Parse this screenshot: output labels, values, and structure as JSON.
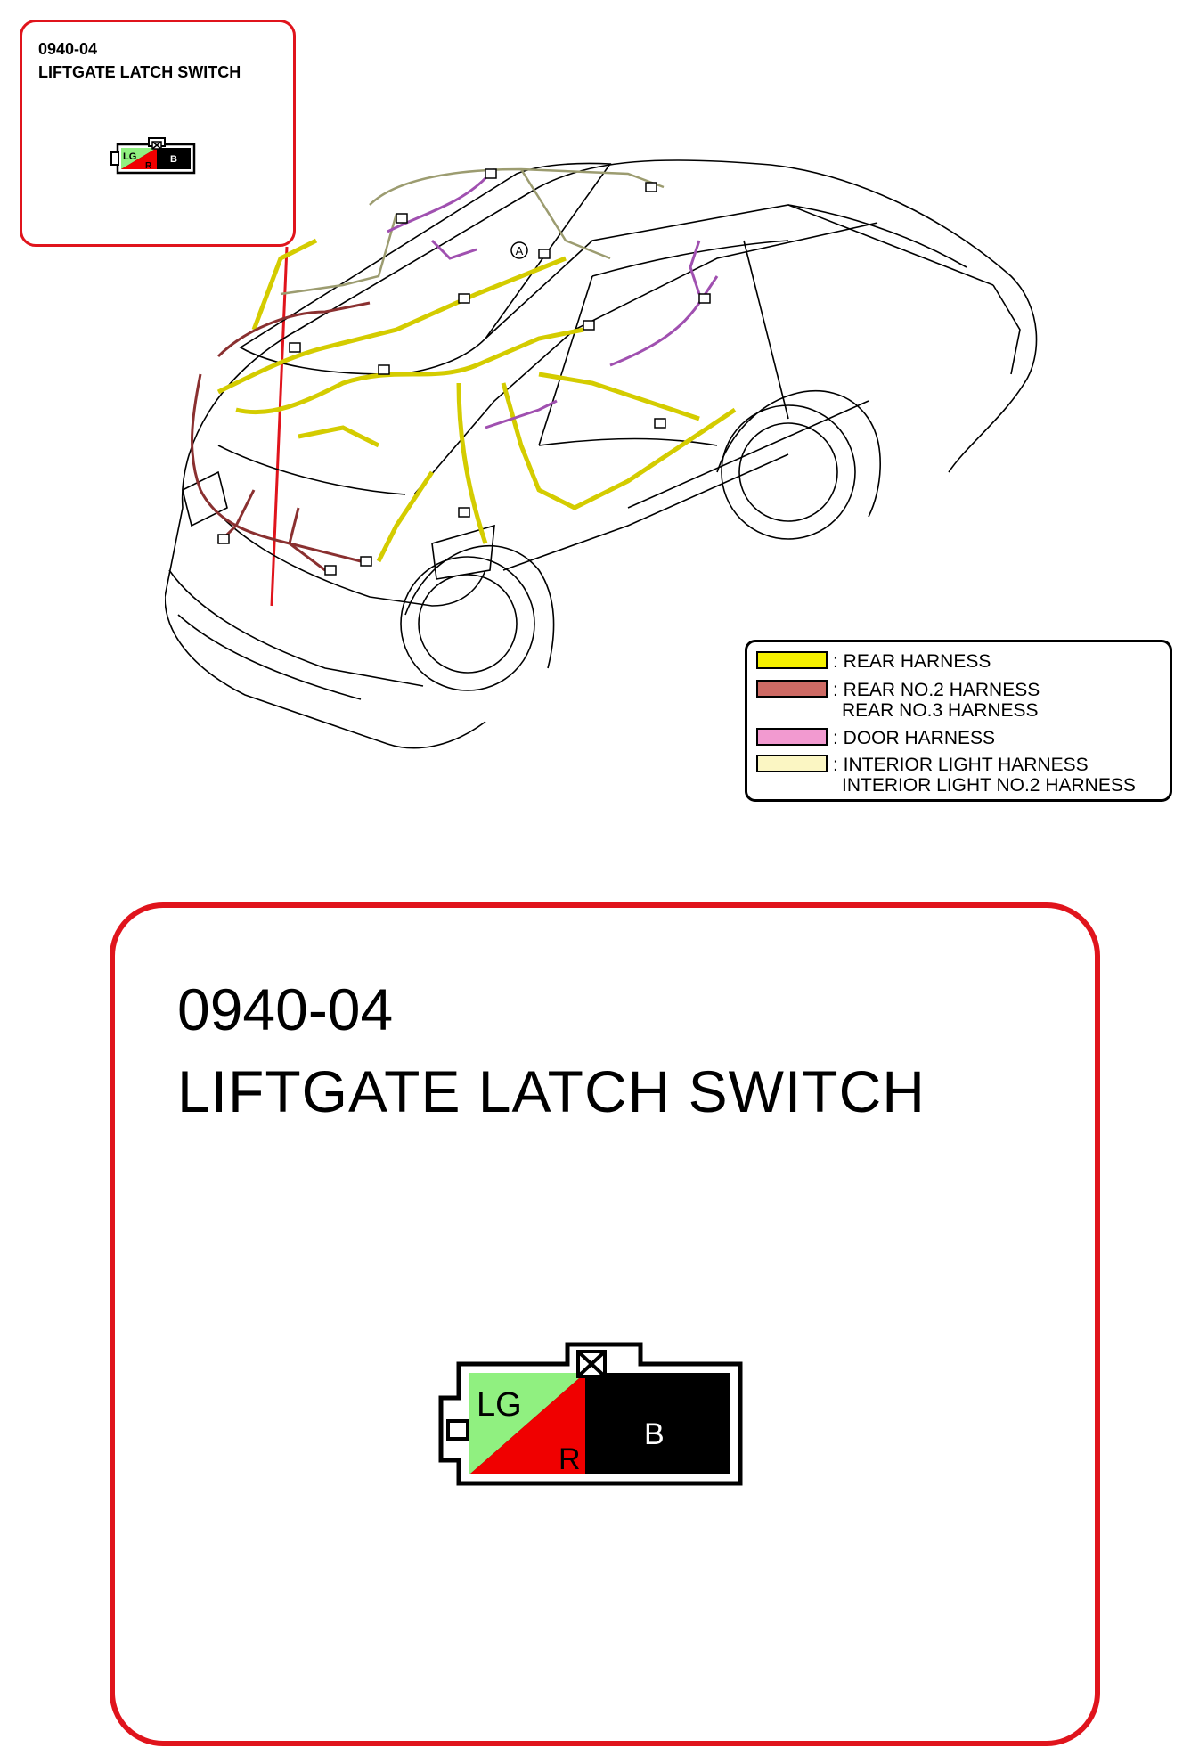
{
  "connector": {
    "code": "0940-04",
    "name": "LIFTGATE LATCH SWITCH",
    "pins": [
      {
        "label": "LG",
        "color": "#90f080"
      },
      {
        "label": "R",
        "color": "#f00000"
      },
      {
        "label": "B",
        "color": "#000000"
      }
    ]
  },
  "car": {
    "marker_label": "A"
  },
  "legend": {
    "items": [
      {
        "color": "#f5f000",
        "lines": [
          ": REAR HARNESS"
        ]
      },
      {
        "color": "#cd6a64",
        "lines": [
          ": REAR NO.2 HARNESS",
          "REAR NO.3 HARNESS"
        ]
      },
      {
        "color": "#f29ad0",
        "lines": [
          ": DOOR HARNESS"
        ]
      },
      {
        "color": "#fbf6c3",
        "lines": [
          ": INTERIOR LIGHT HARNESS",
          "INTERIOR LIGHT NO.2 HARNESS"
        ]
      }
    ]
  },
  "colors": {
    "callout_border": "#e0141c",
    "wire_rear": "#e8e000",
    "wire_rear_no2": "#9a3a3a",
    "wire_door": "#b060c0",
    "wire_interior": "#c8c8a0"
  }
}
